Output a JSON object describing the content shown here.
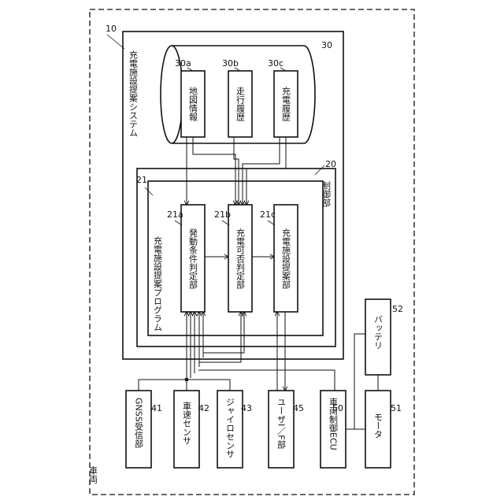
{
  "vehicle": {
    "label": "車両",
    "ref": "10"
  },
  "system": {
    "label": "充電施設提案システム",
    "ref": "30"
  },
  "database": {
    "items": [
      {
        "label": "地図情報",
        "ref": "30a"
      },
      {
        "label": "走行履歴",
        "ref": "30b"
      },
      {
        "label": "充電履歴",
        "ref": "30c"
      }
    ]
  },
  "control": {
    "label": "制御部",
    "ref": "20"
  },
  "program": {
    "label": "充電施設提案プログラム",
    "ref": "21"
  },
  "modules": [
    {
      "label": "発動条件判定部",
      "ref": "21a"
    },
    {
      "label": "充電可否判定部",
      "ref": "21b"
    },
    {
      "label": "充電施設提案部",
      "ref": "21c"
    }
  ],
  "devices": [
    {
      "label": "GNSS受信部",
      "ref": "41"
    },
    {
      "label": "車速センサ",
      "ref": "42"
    },
    {
      "label": "ジャイロセンサ",
      "ref": "43"
    },
    {
      "label": "ユーザI／F部",
      "ref": "45"
    },
    {
      "label": "車両制御ECU",
      "ref": "50"
    },
    {
      "label": "モータ",
      "ref": "51"
    },
    {
      "label": "バッテリ",
      "ref": "52"
    }
  ]
}
